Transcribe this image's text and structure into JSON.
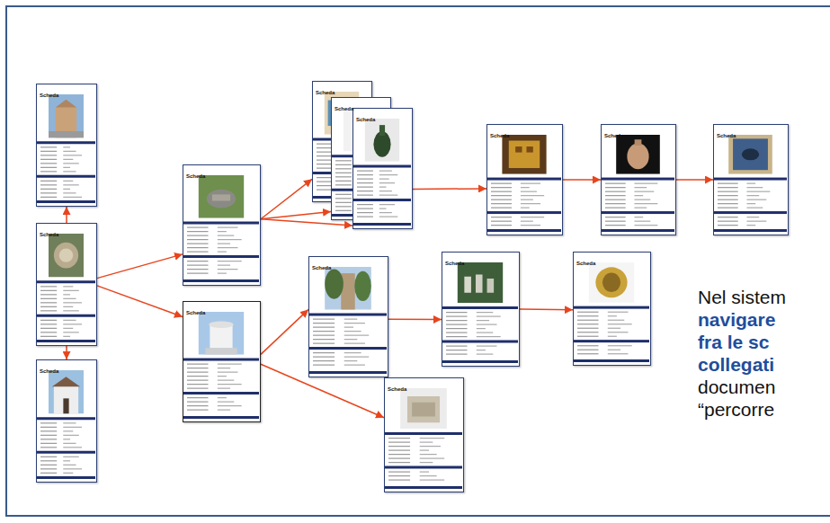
{
  "diagram": {
    "nodes": [
      {
        "text": [
          "Scheda"
        ]
      },
      {
        "text": [
          "Scheda"
        ]
      },
      {
        "text": [
          "Scheda"
        ]
      },
      {
        "text": [
          "Scheda"
        ]
      },
      {
        "text": [
          "Scheda"
        ]
      },
      {
        "text": [
          "Scheda"
        ]
      },
      {
        "text": [
          "Scheda"
        ]
      },
      {
        "text": [
          "Scheda"
        ]
      },
      {
        "text": [
          "Scheda"
        ]
      },
      {
        "text": [
          "Scheda"
        ]
      },
      {
        "text": [
          "Scheda"
        ]
      },
      {
        "text": [
          "Scheda"
        ]
      },
      {
        "text": [
          "Scheda"
        ]
      },
      {
        "text": [
          "Scheda"
        ]
      },
      {
        "text": [
          "Scheda"
        ]
      }
    ],
    "edges": [
      {
        "from": 1,
        "to": 0,
        "arrow": "to"
      },
      {
        "from": 1,
        "to": 2,
        "arrow": "to"
      },
      {
        "from": 1,
        "to": 3,
        "arrow": "to"
      },
      {
        "from": 1,
        "to": 4,
        "arrow": "to"
      },
      {
        "from": 3,
        "to": 5,
        "arrow": "to"
      },
      {
        "from": 3,
        "to": 6,
        "arrow": "to"
      },
      {
        "from": 3,
        "to": 7,
        "arrow": "to"
      },
      {
        "from": 7,
        "to": 8,
        "arrow": "to"
      },
      {
        "from": 8,
        "to": 9,
        "arrow": "to"
      },
      {
        "from": 9,
        "to": 10,
        "arrow": "to"
      },
      {
        "from": 4,
        "to": 11,
        "arrow": "to"
      },
      {
        "from": 4,
        "to": 14,
        "arrow": "to"
      },
      {
        "from": 11,
        "to": 12,
        "arrow": "to"
      },
      {
        "from": 12,
        "to": 13,
        "arrow": "to"
      }
    ],
    "labels": [
      "Nel sistem",
      "navigare",
      "fra le sc",
      "collegati",
      "documen",
      "“percorre"
    ]
  }
}
